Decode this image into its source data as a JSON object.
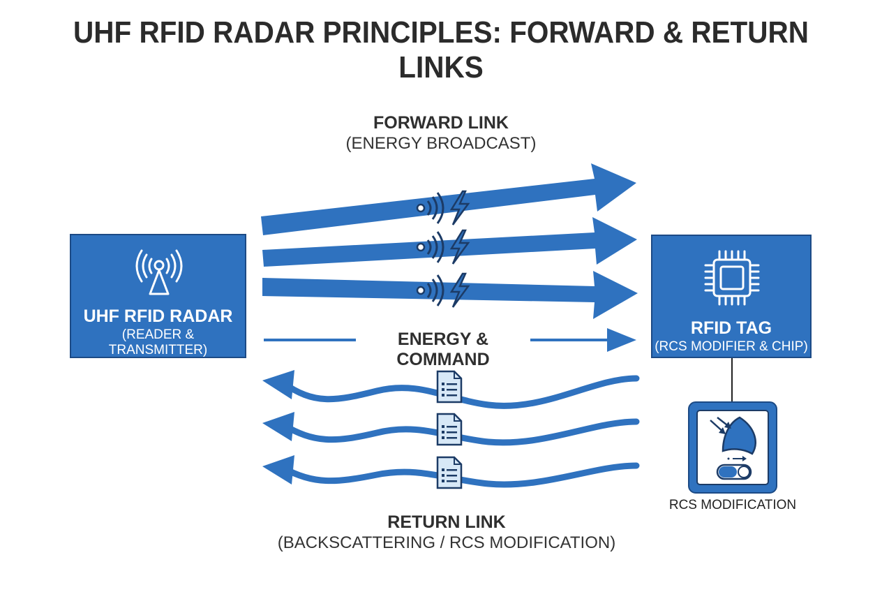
{
  "title": "UHF RFID RADAR PRINCIPLES: FORWARD & RETURN LINKS",
  "forward_link": {
    "title": "FORWARD LINK",
    "subtitle": "(ENERGY BROADCAST)"
  },
  "return_link": {
    "title": "RETURN LINK",
    "subtitle": "(BACKSCATTERING / RCS MODIFICATION)"
  },
  "reader": {
    "name": "UHF RFID RADAR",
    "role": "(READER & TRANSMITTER)",
    "icon": "antenna-tower-icon"
  },
  "tag": {
    "name": "RFID TAG",
    "role": "(RCS MODIFIER & CHIP)",
    "icon": "microchip-icon"
  },
  "energy_command_label": "ENERGY & COMMAND",
  "rcs_module": {
    "label": "RCS MODIFICATION",
    "icons": [
      "dish-reflector-icon",
      "toggle-switch-icon"
    ]
  },
  "colors": {
    "accent": "#2f72bf",
    "border": "#1c4a85",
    "doc": "#d7e8f7",
    "text": "#2b2b2b"
  }
}
